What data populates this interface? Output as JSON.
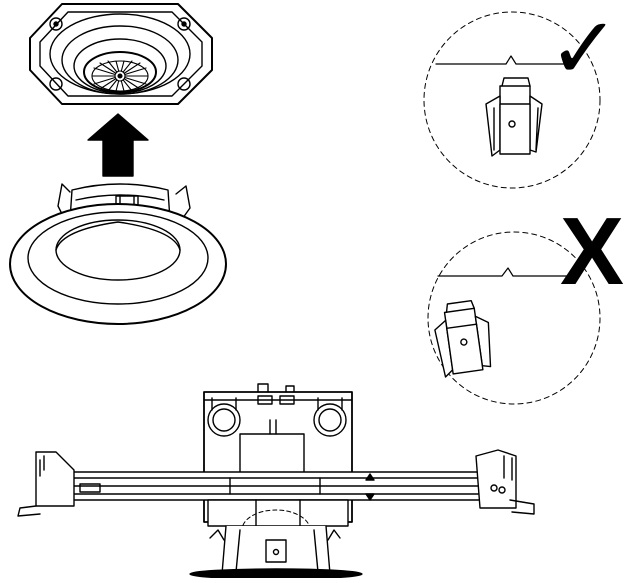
{
  "illustration": {
    "steps": [
      {
        "name": "attach-light-engine",
        "icon": "up-arrow-icon"
      },
      {
        "name": "correct-clip-detail",
        "icon": "checkmark-icon"
      },
      {
        "name": "incorrect-clip-detail",
        "icon": "x-mark-icon"
      },
      {
        "name": "housing-with-mounting-bars",
        "icon": "housing"
      }
    ],
    "marks": {
      "correct": "✓",
      "incorrect": "X"
    },
    "colors": {
      "line": "#000000",
      "background": "#ffffff"
    }
  }
}
